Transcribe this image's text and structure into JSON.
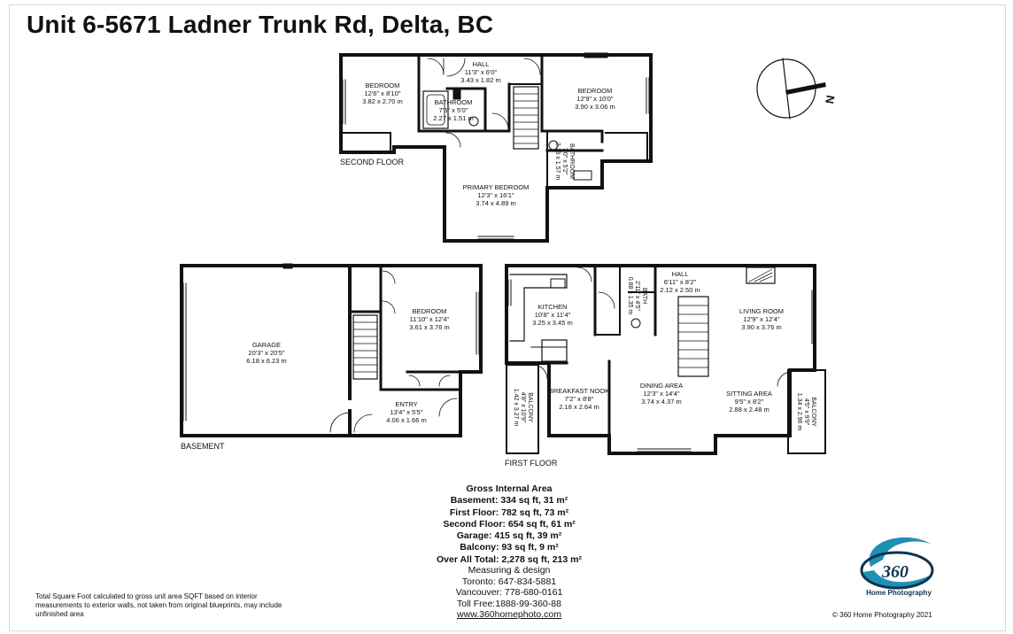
{
  "title": "Unit 6-5671 Ladner Trunk Rd, Delta, BC",
  "floors": {
    "second_floor": "SECOND FLOOR",
    "basement": "BASEMENT",
    "first_floor": "FIRST FLOOR"
  },
  "rooms": {
    "second_bedroom_left": {
      "name": "BEDROOM",
      "imperial": "12'6\" x 8'10\"",
      "metric": "3.82 x 2.70 m"
    },
    "second_hall": {
      "name": "HALL",
      "imperial": "11'3\" x 6'0\"",
      "metric": "3.43 x 1.82 m"
    },
    "second_bathroom": {
      "name": "BATHROOM",
      "imperial": "7'6\" x 5'0\"",
      "metric": "2.27 x 1.51 m"
    },
    "second_bedroom_right": {
      "name": "BEDROOM",
      "imperial": "12'9\" x 10'0\"",
      "metric": "3.90 x 3.06 m"
    },
    "second_bathroom_small": {
      "name": "BATHROOM",
      "imperial": "7'0\" x 5'2\"",
      "metric": "2.13 x 1.57 m"
    },
    "primary_bedroom": {
      "name": "PRIMARY BEDROOM",
      "imperial": "12'3\" x 16'1\"",
      "metric": "3.74 x 4.89 m"
    },
    "garage": {
      "name": "GARAGE",
      "imperial": "20'3\" x 20'5\"",
      "metric": "6.18 x 6.23 m"
    },
    "basement_bedroom": {
      "name": "BEDROOM",
      "imperial": "11'10\" x 12'4\"",
      "metric": "3.61 x 3.76 m"
    },
    "entry": {
      "name": "ENTRY",
      "imperial": "13'4\" x 5'5\"",
      "metric": "4.06 x 1.66 m"
    },
    "kitchen": {
      "name": "KITCHEN",
      "imperial": "10'8\" x 11'4\"",
      "metric": "3.25 x 3.45 m"
    },
    "first_hall": {
      "name": "HALL",
      "imperial": "6'11\" x 8'2\"",
      "metric": "2.12 x 2.50 m"
    },
    "first_bath": {
      "name": "BATH",
      "imperial": "2'11\" x 4'5\"",
      "metric": "0.88 x 1.35 m"
    },
    "living_room": {
      "name": "LIVING ROOM",
      "imperial": "12'9\" x 12'4\"",
      "metric": "3.90 x 3.76 m"
    },
    "balcony_left": {
      "name": "BALCONY",
      "imperial": "4'8\" x 10'9\"",
      "metric": "1.42 x 3.27 m"
    },
    "breakfast_nook": {
      "name": "BREAKFAST NOOK",
      "imperial": "7'2\" x 8'8\"",
      "metric": "2.18 x 2.64 m"
    },
    "dining_area": {
      "name": "DINING AREA",
      "imperial": "12'3\" x 14'4\"",
      "metric": "3.74 x 4.37 m"
    },
    "sitting_area": {
      "name": "SITTING AREA",
      "imperial": "9'5\" x 8'2\"",
      "metric": "2.88 x 2.48 m"
    },
    "balcony_right": {
      "name": "BALCONY",
      "imperial": "4'5\" x 9'9\"",
      "metric": "1.34 x 2.96 m"
    }
  },
  "compass": {
    "label": "N"
  },
  "gross_area": {
    "heading": "Gross Internal Area",
    "lines": [
      "Basement: 334 sq ft, 31 m²",
      "First Floor: 782 sq ft, 73 m²",
      "Second Floor: 654 sq ft, 61 m²",
      "Garage: 415 sq ft, 39 m²",
      "Balcony: 93 sq ft, 9 m²",
      "Over All Total: 2,278 sq ft, 213 m²"
    ]
  },
  "contact": {
    "heading": "Measuring & design",
    "toronto": "Toronto: 647-834-5881",
    "vancouver": "Vancouver: 778-680-0161",
    "toll_free": "Toll Free:1888-99-360-88",
    "website": "www.360homephoto.com"
  },
  "disclaimer": "Total Square Foot calculated to gross unit area SQFT based on interior measurements to exterior walls, not taken from original blueprints, may include unfinished area",
  "logo": {
    "number": "360",
    "text": "Home Photography"
  },
  "copyright": "©  360 Home Photography 2021",
  "colors": {
    "wall": "#111111",
    "logo_blue": "#1f8fb5",
    "logo_dark": "#0d3550"
  }
}
